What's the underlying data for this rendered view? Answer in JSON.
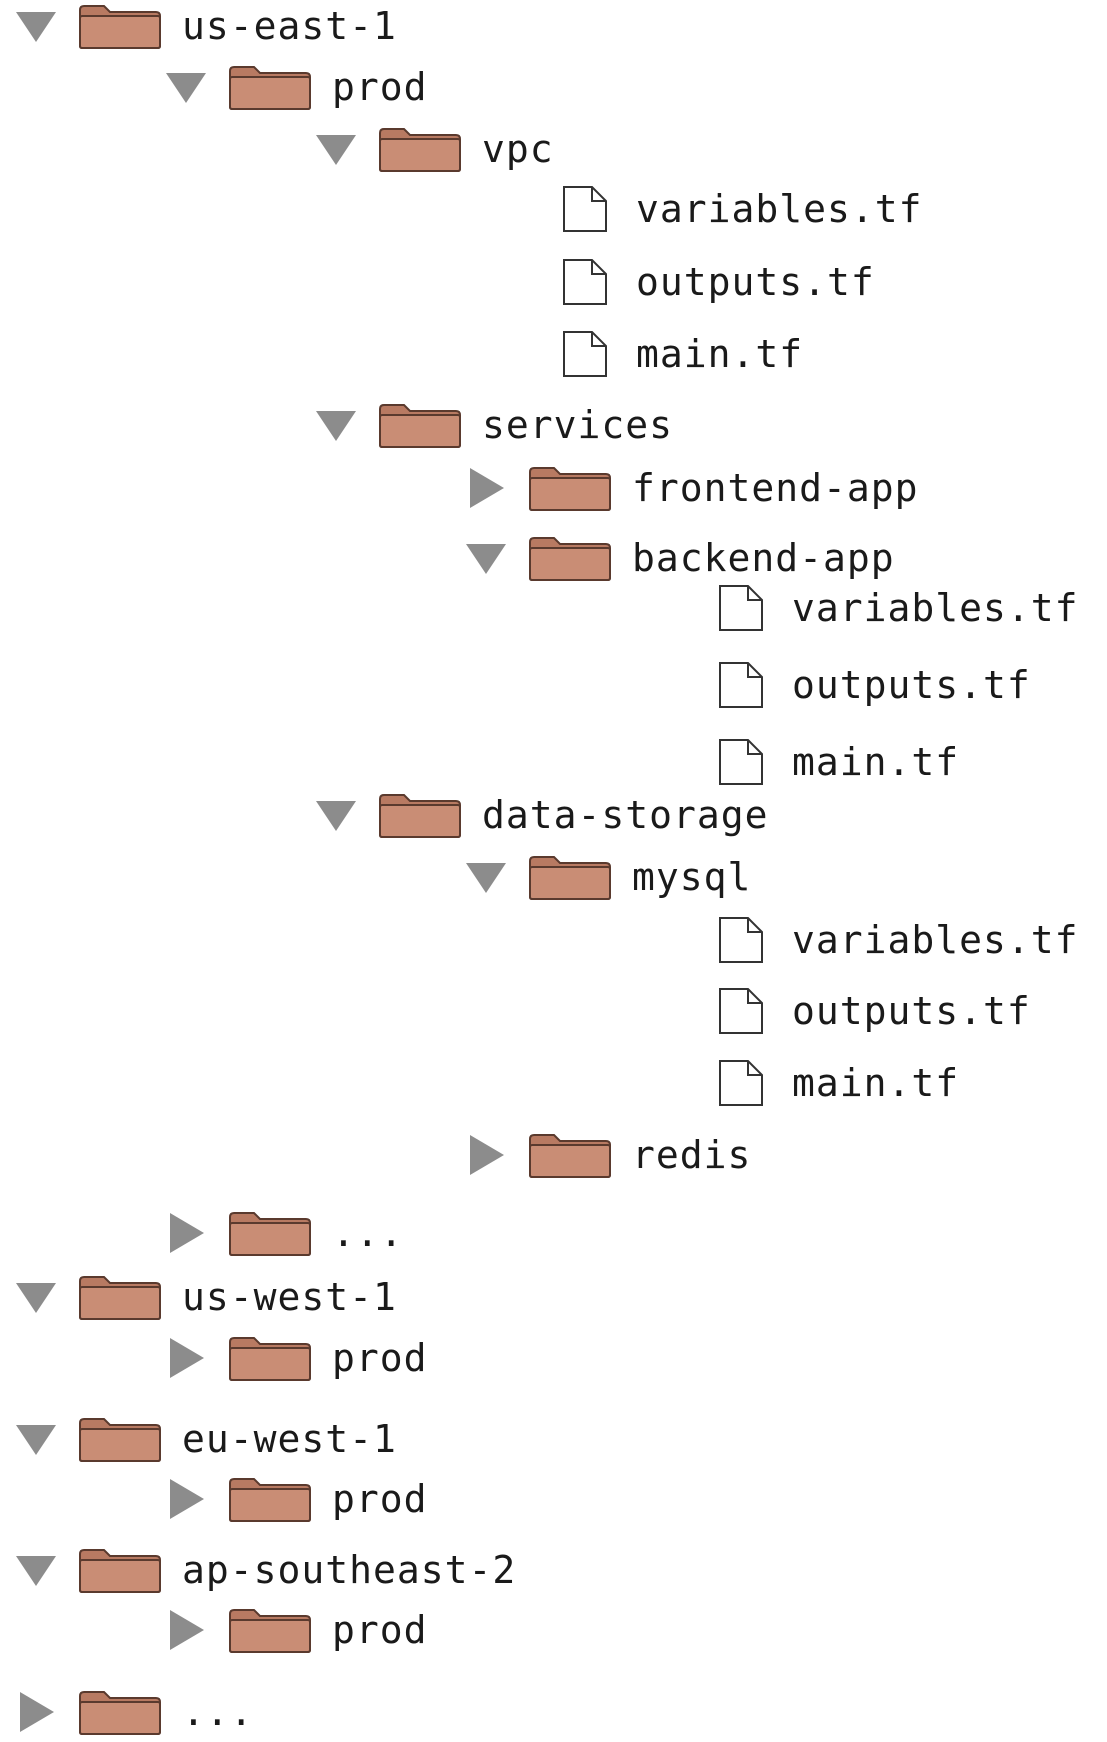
{
  "colors": {
    "folder_fill": "#c98d75",
    "folder_tab": "#b87a62",
    "folder_stroke": "#5a3a2e",
    "toggle": "#8c8c8c",
    "file_stroke": "#333333"
  },
  "tree": [
    {
      "id": "us-east-1",
      "kind": "folder",
      "label": "us-east-1",
      "expanded": true,
      "icon": "folder-icon",
      "depth": 0
    },
    {
      "id": "us-east-1-prod",
      "kind": "folder",
      "label": "prod",
      "expanded": true,
      "icon": "folder-icon",
      "depth": 1
    },
    {
      "id": "vpc",
      "kind": "folder",
      "label": "vpc",
      "expanded": true,
      "icon": "folder-icon",
      "depth": 2
    },
    {
      "id": "vpc-variables",
      "kind": "file",
      "label": "variables.tf",
      "icon": "file-icon",
      "depth": 3
    },
    {
      "id": "vpc-outputs",
      "kind": "file",
      "label": "outputs.tf",
      "icon": "file-icon",
      "depth": 3
    },
    {
      "id": "vpc-main",
      "kind": "file",
      "label": "main.tf",
      "icon": "file-icon",
      "depth": 3
    },
    {
      "id": "services",
      "kind": "folder",
      "label": "services",
      "expanded": true,
      "icon": "folder-icon",
      "depth": 2
    },
    {
      "id": "frontend-app",
      "kind": "folder",
      "label": "frontend-app",
      "expanded": false,
      "icon": "folder-icon",
      "depth": 3
    },
    {
      "id": "backend-app",
      "kind": "folder",
      "label": "backend-app",
      "expanded": true,
      "icon": "folder-icon",
      "depth": 3
    },
    {
      "id": "backend-variables",
      "kind": "file",
      "label": "variables.tf",
      "icon": "file-icon",
      "depth": 4
    },
    {
      "id": "backend-outputs",
      "kind": "file",
      "label": "outputs.tf",
      "icon": "file-icon",
      "depth": 4
    },
    {
      "id": "backend-main",
      "kind": "file",
      "label": "main.tf",
      "icon": "file-icon",
      "depth": 4
    },
    {
      "id": "data-storage",
      "kind": "folder",
      "label": "data-storage",
      "expanded": true,
      "icon": "folder-icon",
      "depth": 2
    },
    {
      "id": "mysql",
      "kind": "folder",
      "label": "mysql",
      "expanded": true,
      "icon": "folder-icon",
      "depth": 3
    },
    {
      "id": "mysql-variables",
      "kind": "file",
      "label": "variables.tf",
      "icon": "file-icon",
      "depth": 4
    },
    {
      "id": "mysql-outputs",
      "kind": "file",
      "label": "outputs.tf",
      "icon": "file-icon",
      "depth": 4
    },
    {
      "id": "mysql-main",
      "kind": "file",
      "label": "main.tf",
      "icon": "file-icon",
      "depth": 4
    },
    {
      "id": "redis",
      "kind": "folder",
      "label": "redis",
      "expanded": false,
      "icon": "folder-icon",
      "depth": 3
    },
    {
      "id": "us-east-1-more",
      "kind": "folder",
      "label": "...",
      "expanded": false,
      "icon": "folder-icon",
      "depth": 1
    },
    {
      "id": "us-west-1",
      "kind": "folder",
      "label": "us-west-1",
      "expanded": true,
      "icon": "folder-icon",
      "depth": 0
    },
    {
      "id": "us-west-1-prod",
      "kind": "folder",
      "label": "prod",
      "expanded": false,
      "icon": "folder-icon",
      "depth": 1
    },
    {
      "id": "eu-west-1",
      "kind": "folder",
      "label": "eu-west-1",
      "expanded": true,
      "icon": "folder-icon",
      "depth": 0
    },
    {
      "id": "eu-west-1-prod",
      "kind": "folder",
      "label": "prod",
      "expanded": false,
      "icon": "folder-icon",
      "depth": 1
    },
    {
      "id": "ap-southeast-2",
      "kind": "folder",
      "label": "ap-southeast-2",
      "expanded": true,
      "icon": "folder-icon",
      "depth": 0
    },
    {
      "id": "ap-southeast-2-prod",
      "kind": "folder",
      "label": "prod",
      "expanded": false,
      "icon": "folder-icon",
      "depth": 1
    },
    {
      "id": "more-regions",
      "kind": "folder",
      "label": "...",
      "expanded": false,
      "icon": "folder-icon",
      "depth": 0
    }
  ]
}
